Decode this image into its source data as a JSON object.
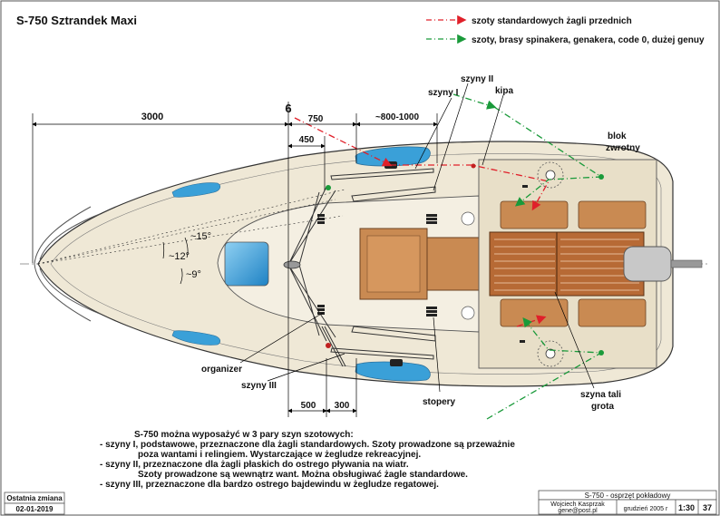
{
  "title": "S-750 Sztrandek Maxi",
  "legend": {
    "red_line": "szoty standardowych żagli przednich",
    "green_line": "szoty, brasy spinakera, genakera, code 0, dużej genuy"
  },
  "colors": {
    "red_line": "#e0202a",
    "green_line": "#1a9a3a",
    "hull": "#efe8d6",
    "deck_wood": "#c98a52",
    "cockpit_floor": "#b76a35",
    "window": "#3aa0d8"
  },
  "dimensions": {
    "d3000": "3000",
    "d6": "6",
    "d750": "750",
    "d800_1000": "~800-1000",
    "d450": "450",
    "d500": "500",
    "d300": "300"
  },
  "labels": {
    "szyny_ii": "szyny II",
    "szyny_i": "szyny I",
    "kipa": "kipa",
    "blok_zwrotny_1": "blok",
    "blok_zwrotny_2": "zwrotny",
    "a15": "~15°",
    "a12": "~12°",
    "a9": "~9°",
    "organizer": "organizer",
    "szyny_iii": "szyny III",
    "stopery": "stopery",
    "szyna_tali_1": "szyna tali",
    "szyna_tali_2": "grota"
  },
  "notes": {
    "intro": "S-750 można wyposażyć w 3 pary szyn szotowych:",
    "line1": "- szyny I,  podstawowe, przeznaczone dla żagli standardowych. Szoty prowadzone są przeważnie",
    "line1b": "poza wantami i relingiem. Wystarczające w żegludze rekreacyjnej.",
    "line2": "- szyny II,  przeznaczone dla żagli płaskich do ostrego pływania na wiatr.",
    "line2b": "Szoty prowadzone są wewnątrz want. Można obsługiwać żagle standardowe.",
    "line3": "- szyny III, przeznaczone dla bardzo ostrego bajdewindu w żegludze regatowej."
  },
  "stamp_left": {
    "label": "Ostatnia zmiana",
    "date": "02-01-2019"
  },
  "titleblock": {
    "sheet_title": "S-750 - osprzęt pokładowy",
    "author": "Wojciech Kasprzak",
    "email": "gene@post.pl",
    "date": "grudzień 2005 r",
    "scale": "1:30",
    "number": "37"
  }
}
